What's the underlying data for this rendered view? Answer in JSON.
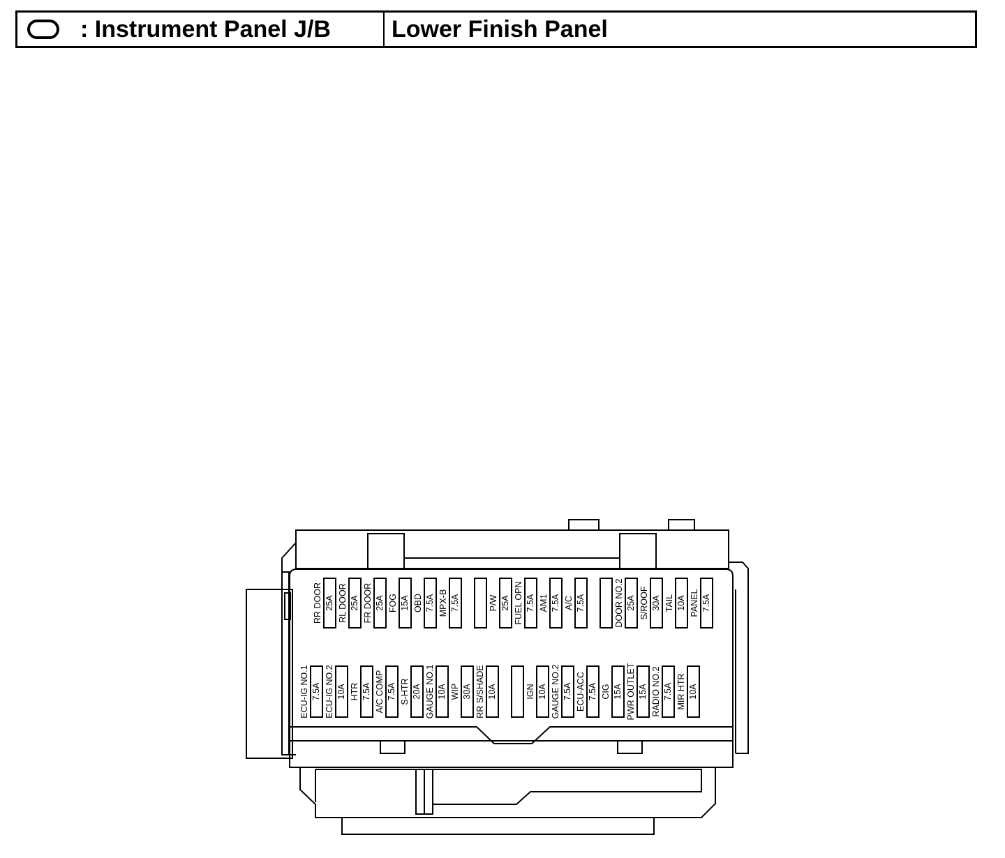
{
  "header": {
    "icon": "oval-outline-icon",
    "title": ": Instrument Panel J/B",
    "location": "Lower Finish Panel"
  },
  "fuses_top": [
    {
      "name": "RR DOOR",
      "rating": "25A"
    },
    {
      "name": "RL DOOR",
      "rating": "25A"
    },
    {
      "name": "FR DOOR",
      "rating": "25A"
    },
    {
      "name": "FOG",
      "rating": "15A"
    },
    {
      "name": "OBD",
      "rating": "7.5A"
    },
    {
      "name": "MPX-B",
      "rating": "7.5A"
    },
    {
      "name": "",
      "rating": ""
    },
    {
      "name": "P/W",
      "rating": "25A"
    },
    {
      "name": "FUEL OPN",
      "rating": "7.5A"
    },
    {
      "name": "AM1",
      "rating": "7.5A"
    },
    {
      "name": "A/C",
      "rating": "7.5A"
    },
    {
      "name": "",
      "rating": ""
    },
    {
      "name": "DOOR NO.2",
      "rating": "25A"
    },
    {
      "name": "S/ROOF",
      "rating": "30A"
    },
    {
      "name": "TAIL",
      "rating": "10A"
    },
    {
      "name": "PANEL",
      "rating": "7.5A"
    }
  ],
  "fuses_bottom": [
    {
      "name": "ECU-IG NO.1",
      "rating": "7.5A"
    },
    {
      "name": "ECU-IG NO.2",
      "rating": "10A"
    },
    {
      "name": "HTR",
      "rating": "7.5A"
    },
    {
      "name": "A/C COMP",
      "rating": "7.5A"
    },
    {
      "name": "S-HTR",
      "rating": "20A"
    },
    {
      "name": "GAUGE NO.1",
      "rating": "10A"
    },
    {
      "name": "WIP",
      "rating": "30A"
    },
    {
      "name": "RR S/SHADE",
      "rating": "10A"
    },
    {
      "name": "",
      "rating": ""
    },
    {
      "name": "IGN",
      "rating": "10A"
    },
    {
      "name": "GAUGE NO.2",
      "rating": "7.5A"
    },
    {
      "name": "ECU-ACC",
      "rating": "7.5A"
    },
    {
      "name": "CIG",
      "rating": "15A"
    },
    {
      "name": "PWR OUTLET",
      "rating": "15A"
    },
    {
      "name": "RADIO NO.2",
      "rating": "7.5A"
    },
    {
      "name": "MIR HTR",
      "rating": "10A"
    }
  ]
}
